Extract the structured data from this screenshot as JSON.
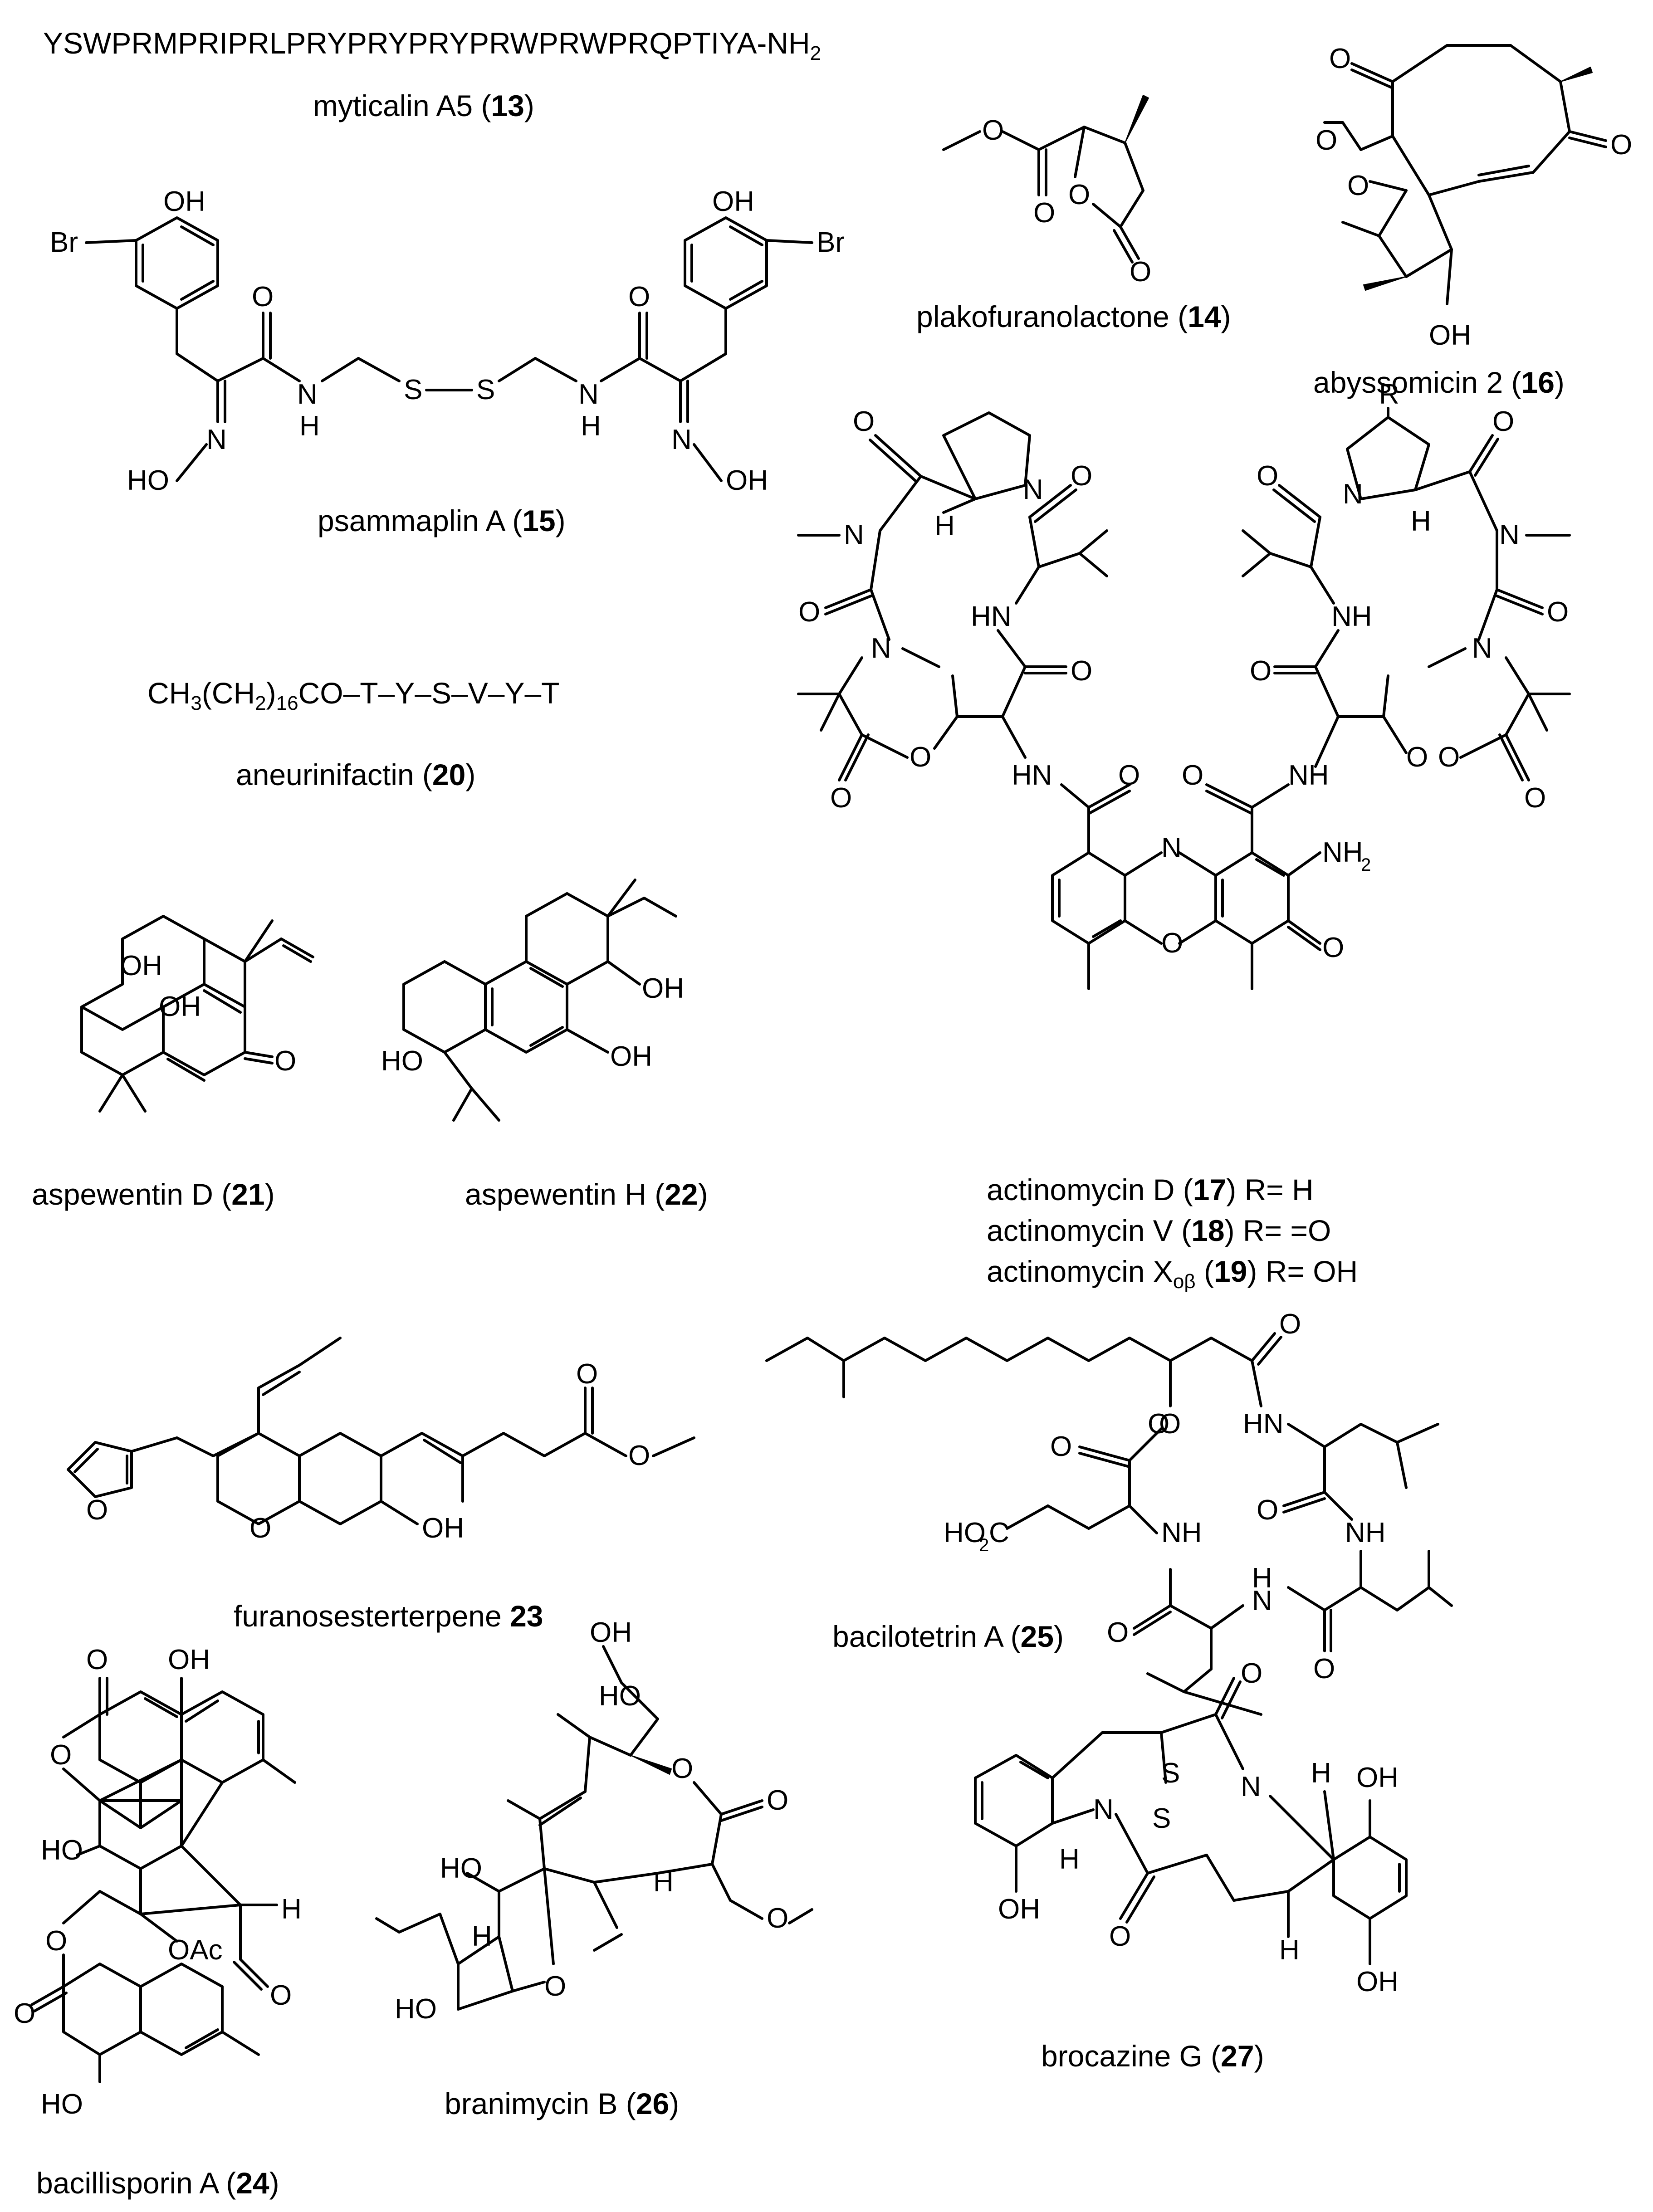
{
  "peptide_13": {
    "sequence": "YSWPRMPRIPRLPRYPRYPRYPRWPRWPRQPTIYA-NH",
    "subscript": "2"
  },
  "captions": {
    "c13": {
      "name": "myticalin A5 (",
      "num": "13",
      "close": ")"
    },
    "c14": {
      "name": "plakofuranolactone (",
      "num": "14",
      "close": ")"
    },
    "c15": {
      "name": "psammaplin A (",
      "num": "15",
      "close": ")"
    },
    "c16": {
      "name": "abyssomicin 2 (",
      "num": "16",
      "close": ")"
    },
    "c17": {
      "name": "actinomycin D (",
      "num": "17",
      "close": ") R= H"
    },
    "c18": {
      "name": "actinomycin V (",
      "num": "18",
      "close": ") R= =O"
    },
    "c19": {
      "name": "actinomycin X",
      "subscript": "oβ",
      "open": " (",
      "num": "19",
      "close": ") R= OH"
    },
    "c20": {
      "name": "aneurinifactin (",
      "num": "20",
      "close": ")"
    },
    "c21": {
      "name": "aspewentin D (",
      "num": "21",
      "close": ")"
    },
    "c22": {
      "name": "aspewentin H (",
      "num": "22",
      "close": ")"
    },
    "c23": {
      "name": "furanosesterterpene ",
      "num": "23"
    },
    "c24": {
      "name": "bacillisporin A (",
      "num": "24",
      "close": ")"
    },
    "c25": {
      "name": "bacilotetrin A (",
      "num": "25",
      "close": ")"
    },
    "c26": {
      "name": "branimycin B (",
      "num": "26",
      "close": ")"
    },
    "c27": {
      "name": "brocazine G (",
      "num": "27",
      "close": ")"
    }
  },
  "aneurinifactin_formula": {
    "a": "CH",
    "b": "3",
    "c": "(CH",
    "d": "2",
    "e": ")",
    "f": "16",
    "g": "CO–T–Y–S–V–Y–T"
  },
  "atom_labels": {
    "OH": "OH",
    "Br": "Br",
    "O": "O",
    "N": "N",
    "H": "H",
    "S": "S",
    "HN": "HN",
    "NH": "NH",
    "HO": "HO",
    "NH2": "NH",
    "two": "2",
    "R": "R",
    "OAc": "OAc",
    "HO2C": "HO",
    "CO": "C"
  }
}
